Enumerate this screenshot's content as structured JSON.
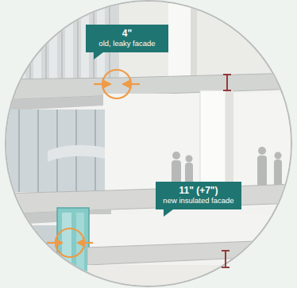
{
  "diagram": {
    "nodes": [
      {
        "text": [
          "4\"",
          "old, leaky facade"
        ]
      },
      {
        "text": [
          "11\" (+7\")",
          "new insulated facade"
        ]
      }
    ]
  }
}
